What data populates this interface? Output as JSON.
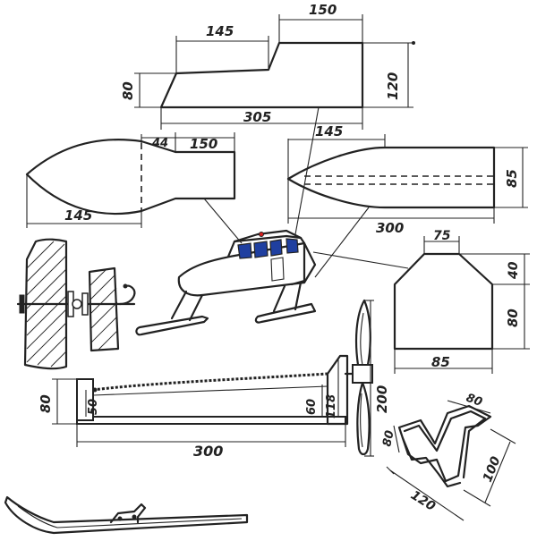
{
  "dimensions": {
    "cabin_top_front": "145",
    "cabin_top_rear": "150",
    "cabin_height_front": "80",
    "cabin_height_rear": "120",
    "cabin_length": "305",
    "hull_tip": "44",
    "hull_body": "150",
    "hull_nose": "145",
    "side_panel_nose": "145",
    "side_panel_height": "85",
    "side_panel_length": "300",
    "front_panel_top": "75",
    "front_panel_chamfer": "40",
    "front_panel_height": "80",
    "front_panel_width": "85",
    "frame_height_left": "80",
    "frame_post_left": "50",
    "frame_post_right": "60",
    "frame_mast": "118",
    "propeller_length": "200",
    "frame_length": "300",
    "ski_holder_top": "80",
    "ski_holder_side": "80",
    "ski_holder_height": "100",
    "ski_holder_length": "120"
  },
  "colors": {
    "ink": "#222222",
    "window": "#1f3fa0",
    "accent": "#d62020"
  }
}
